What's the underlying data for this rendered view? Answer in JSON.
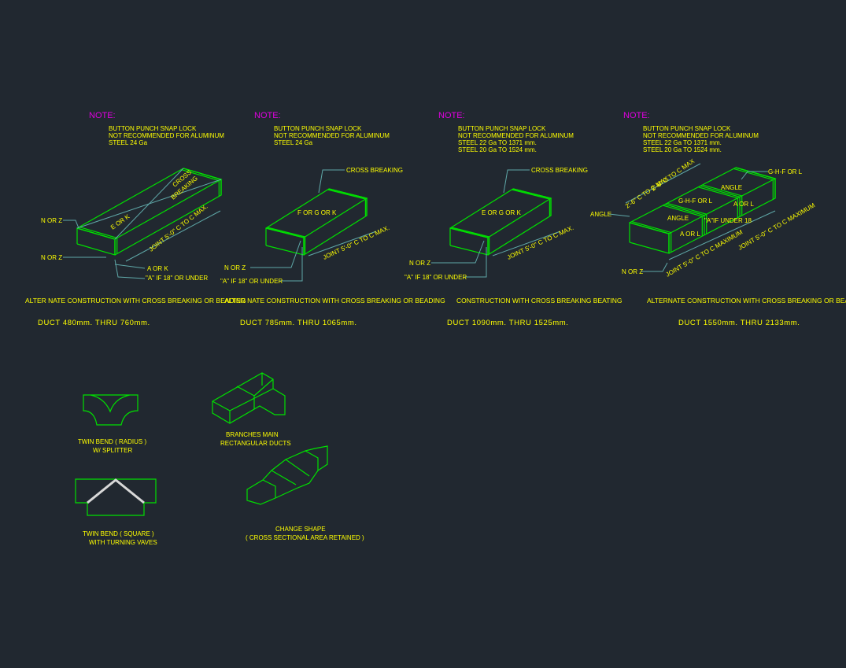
{
  "panels": [
    {
      "note_title": "NOTE:",
      "note_lines": [
        "BUTTON PUNCH SNAP LOCK",
        "NOT RECOMMENDED FOR ALUMINUM",
        "STEEL 24 Ga"
      ],
      "labels": [
        "N OR Z",
        "N OR Z",
        "A OR K",
        "\"A\" IF 18\" OR UNDER",
        "E OR K",
        "CROSS",
        "BREAKING",
        "JOINT 5'-0\" C TO C MAX."
      ],
      "caption": "ALTER NATE CONSTRUCTION WITH CROSS BREAKING OR BEADING",
      "duct_range": "DUCT  480mm.  THRU  760mm."
    },
    {
      "note_title": "NOTE:",
      "note_lines": [
        "BUTTON PUNCH SNAP LOCK",
        "NOT RECOMMENDED FOR ALUMINUM",
        "STEEL 24 Ga"
      ],
      "labels": [
        "CROSS BREAKING",
        "F OR G OR K",
        "N OR Z",
        "\"A\" IF 18\" OR UNDER",
        "JOINT 5'-0\" C TO C MAX."
      ],
      "caption": "ALTER NATE CONSTRUCTION WITH CROSS BREAKING OR BEADING",
      "duct_range": "DUCT  785mm.  THRU  1065mm."
    },
    {
      "note_title": "NOTE:",
      "note_lines": [
        "BUTTON PUNCH SNAP LOCK",
        "NOT RECOMMENDED FOR ALUMINUM",
        "STEEL 22 Ga TO 1371 mm.",
        "STEEL 20 Ga TO 1524 mm."
      ],
      "labels": [
        "CROSS BREAKING",
        "E OR G OR K",
        "N OR Z",
        "\"A\" IF 18\" OR UNDER",
        "JOINT 5'-0\" C TO C MAX."
      ],
      "caption": "CONSTRUCTION WITH CROSS BREAKING BEATING",
      "duct_range": "DUCT  1090mm.  THRU  1525mm."
    },
    {
      "note_title": "NOTE:",
      "note_lines": [
        "BUTTON PUNCH SNAP LOCK",
        "NOT RECOMMENDED FOR ALUMINUM",
        "STEEL 22 Ga TO 1371 mm.",
        "STEEL 20 Ga TO 1524 mm."
      ],
      "labels": [
        "G-H-F OR L",
        "ANGLE",
        "G-H-F OR L",
        "ANGLE",
        "ANGLE",
        "A OR L",
        "A OR L",
        "\"A\"IF UNDER 18",
        "N OR Z",
        "2'-6\" C TO C MAX",
        "2'-6\" C TO C MAX",
        "JOINT 5'-0\" C TO C MAXIMUM",
        "JOINT 5'-0\" C TO C MAXIMUM"
      ],
      "caption": "ALTERNATE CONSTRUCTION WITH CROSS BREAKING OR BEADING",
      "duct_range": "DUCT  1550mm.  THRU  2133mm."
    }
  ],
  "fittings": {
    "twin_bend_radius": [
      "TWIN BEND   ( RADIUS )",
      "W/  SPLITTER"
    ],
    "branches": [
      "BRANCHES MAIN",
      "RECTANGULAR DUCTS"
    ],
    "twin_bend_square": [
      "TWIN BEND   ( SQUARE )",
      "WITH TURNING VAVES"
    ],
    "change_shape": [
      "CHANGE SHAPE",
      "( CROSS SECTIONAL AREA RETAINED )"
    ]
  },
  "colors": {
    "background": "#212830",
    "lines": "#00e000",
    "text": "#ffff00",
    "note": "#e000e0",
    "leader": "#5fa8a8"
  }
}
